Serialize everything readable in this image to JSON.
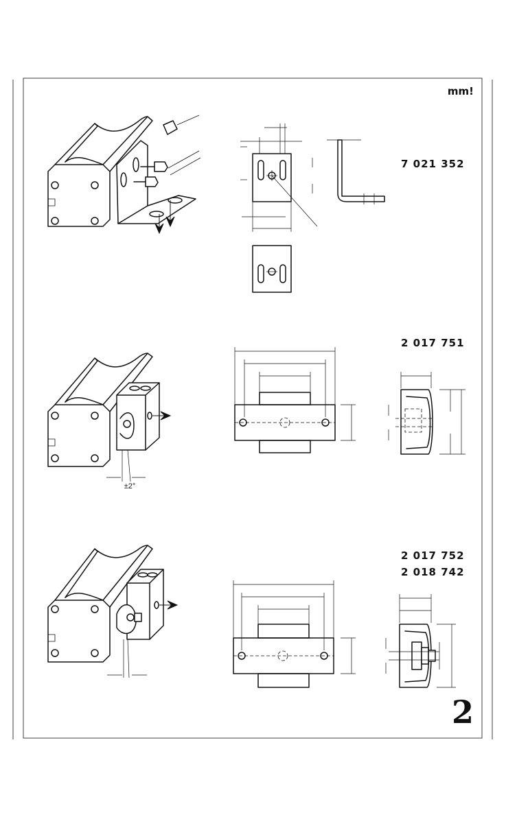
{
  "unit_label": "mm!",
  "page_number": "2",
  "sections": [
    {
      "id": "mounting-bracket",
      "product_codes": [
        "7 021 352"
      ]
    },
    {
      "id": "adjustable-block",
      "product_codes": [
        "2 017 751"
      ],
      "angle_label": "±2°"
    },
    {
      "id": "pivot-block",
      "product_codes": [
        "2 017 752",
        "2 018 742"
      ]
    }
  ]
}
